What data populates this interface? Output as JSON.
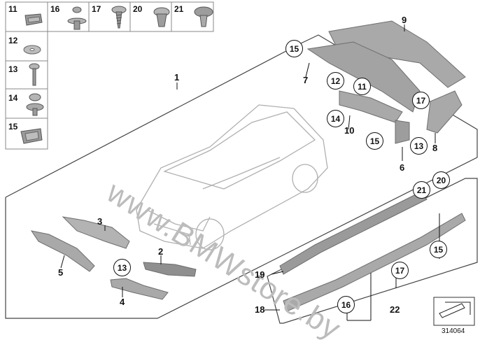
{
  "diagram": {
    "figure_number": "314064",
    "watermark": "www.BMWstore.by",
    "colors": {
      "part_fill": "#a9a9a9",
      "part_dark": "#7d7d7d",
      "line": "#111111",
      "grid": "#888888"
    },
    "hardware_grid": {
      "top_row": [
        "11",
        "16",
        "17",
        "20",
        "21"
      ],
      "left_column": [
        "12",
        "13",
        "14",
        "15"
      ]
    },
    "labels": {
      "p1": "1",
      "p2": "2",
      "p3": "3",
      "p4": "4",
      "p5": "5",
      "p6": "6",
      "p7": "7",
      "p8": "8",
      "p9": "9",
      "p10": "10",
      "p18": "18",
      "p19": "19",
      "p22": "22"
    },
    "circled": {
      "c15_rear": "15",
      "c12_rear": "12",
      "c11_rear": "11",
      "c14_rear": "14",
      "c17_rear": "17",
      "c15_rear_b": "15",
      "c13_rear": "13",
      "c13_front": "13",
      "c20_side": "20",
      "c21_side": "21",
      "c15_side": "15",
      "c17_side": "17",
      "c16_side": "16"
    }
  }
}
